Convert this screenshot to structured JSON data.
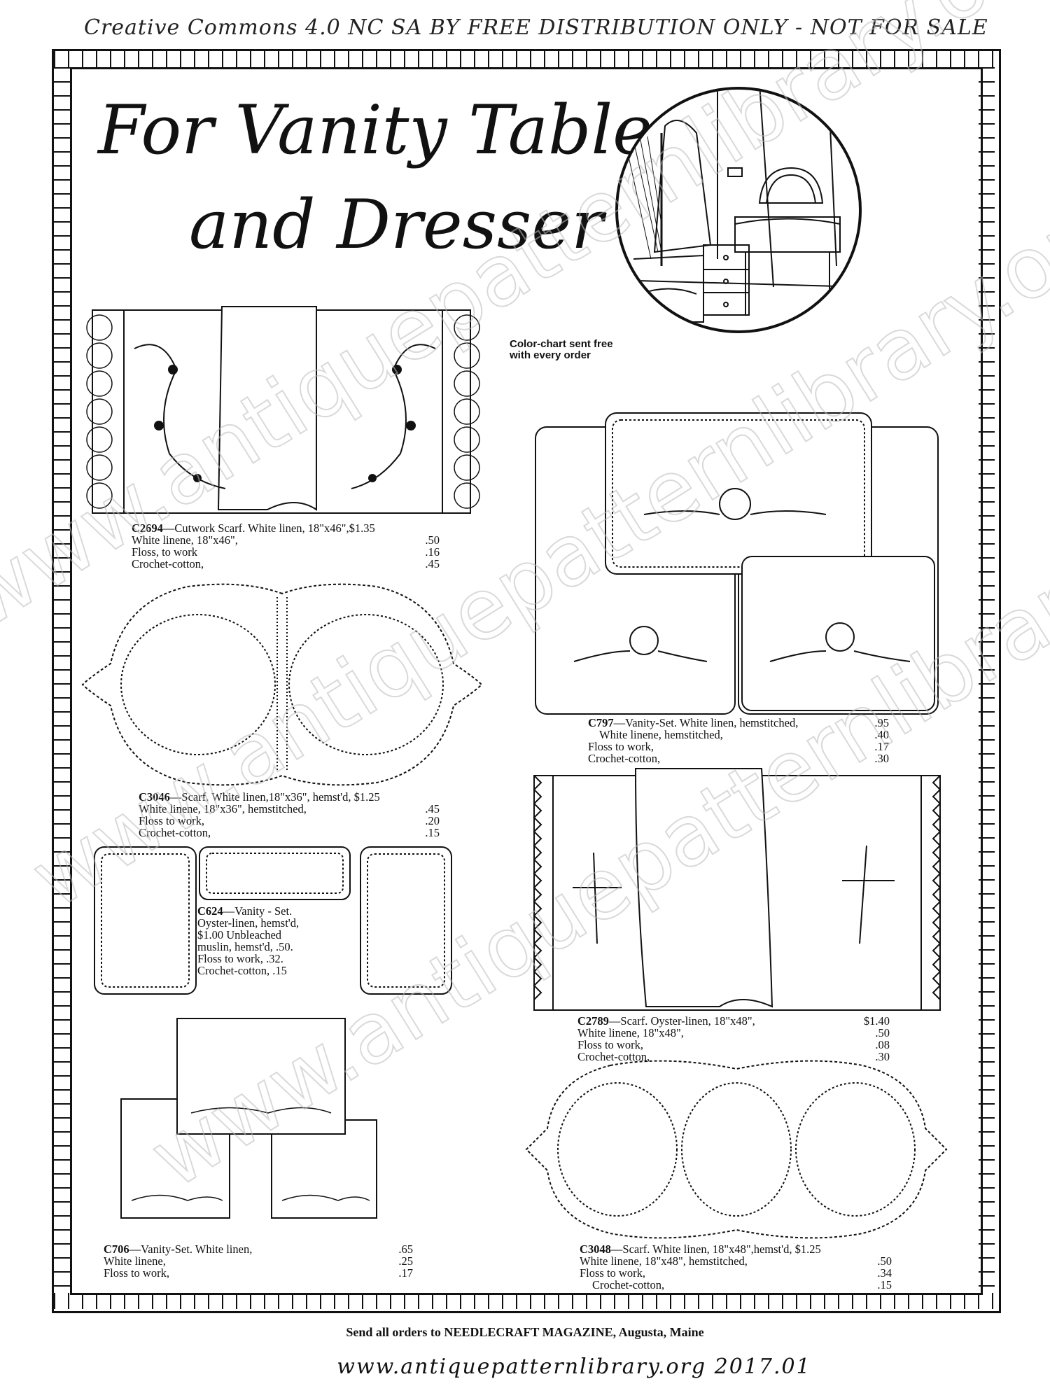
{
  "license_text": "Creative Commons 4.0 NC SA BY  FREE DISTRIBUTION ONLY  -  NOT  FOR  SALE",
  "title_line1": "For Vanity Table",
  "title_line2": "and Dresser",
  "color_chart_note": "Color-chart sent free with every order",
  "items": {
    "c2694": {
      "lines": [
        {
          "label": "C2694",
          "desc": "—Cutwork Scarf. White linen, 18\"x46\",$1.35",
          "price": ""
        },
        {
          "label": "",
          "desc": "White linene, 18\"x46\",",
          "price": ".50"
        },
        {
          "label": "",
          "desc": "Floss, to work",
          "price": ".16"
        },
        {
          "label": "",
          "desc": "Crochet-cotton,",
          "price": ".45"
        }
      ]
    },
    "c3046": {
      "lines": [
        {
          "label": "C3046",
          "desc": "—Scarf. White linen,18\"x36\", hemst'd, $1.25",
          "price": ""
        },
        {
          "label": "",
          "desc": "White linene, 18\"x36\", hemstitched,",
          "price": ".45"
        },
        {
          "label": "",
          "desc": "Floss to work,",
          "price": ".20"
        },
        {
          "label": "",
          "desc": "Crochet-cotton,",
          "price": ".15"
        }
      ]
    },
    "c624": {
      "label": "C624",
      "text_lines": [
        "—Vanity - Set.",
        "Oyster-linen, hemst'd,",
        "$1.00  Unbleached",
        "muslin, hemst'd, .50.",
        "Floss  to  work, .32.",
        "Crochet-cotton,  .15"
      ]
    },
    "c706": {
      "lines": [
        {
          "label": "C706",
          "desc": "—Vanity-Set.   White linen,",
          "price": ".65"
        },
        {
          "label": "",
          "desc": "White linene,",
          "price": ".25"
        },
        {
          "label": "",
          "desc": "Floss to work,",
          "price": ".17"
        }
      ]
    },
    "c797": {
      "lines": [
        {
          "label": "C797",
          "desc": "—Vanity-Set.  White linen, hemstitched,",
          "price": ".95"
        },
        {
          "label": "",
          "desc": "White linene, hemstitched,",
          "price": ".40"
        },
        {
          "label": "",
          "desc": "Floss to work,",
          "price": ".17"
        },
        {
          "label": "",
          "desc": "Crochet-cotton,",
          "price": ".30"
        }
      ]
    },
    "c2789": {
      "lines": [
        {
          "label": "C2789",
          "desc": "—Scarf.  Oyster-linen, 18\"x48\",",
          "price": "$1.40"
        },
        {
          "label": "",
          "desc": "White linene, 18\"x48\",",
          "price": ".50"
        },
        {
          "label": "",
          "desc": "Floss to work,",
          "price": ".08"
        },
        {
          "label": "",
          "desc": "Crochet-cotton,",
          "price": ".30"
        }
      ]
    },
    "c3048": {
      "lines": [
        {
          "label": "C3048",
          "desc": "—Scarf. White linen, 18\"x48\",hemst'd, $1.25",
          "price": ""
        },
        {
          "label": "",
          "desc": "White linene, 18\"x48\", hemstitched,",
          "price": ".50"
        },
        {
          "label": "",
          "desc": "Floss to work,",
          "price": ".34"
        },
        {
          "label": "",
          "desc": "Crochet-cotton,",
          "price": ".15"
        }
      ]
    }
  },
  "footer_text": "Send all orders to NEEDLECRAFT MAGAZINE, Augusta, Maine",
  "source_url": "www.antiquepatternlibrary.org 2017.01",
  "watermark_text": "www.antiquepatternlibrary.org"
}
